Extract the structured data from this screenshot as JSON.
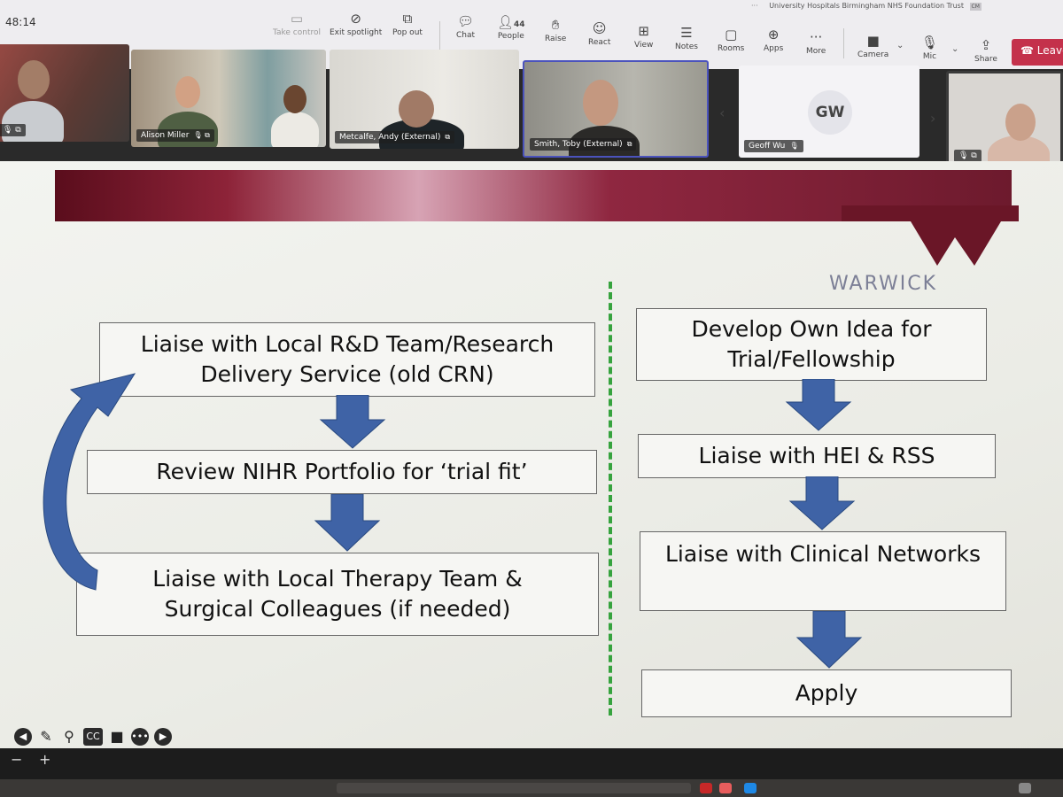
{
  "meeting": {
    "timer": "48:14",
    "org_label": "University Hospitals Birmingham NHS Foundation Trust",
    "org_badge": "CM",
    "more_dots": "···"
  },
  "toolbar": {
    "take_control": "Take control",
    "exit_spotlight": "Exit spotlight",
    "pop_out": "Pop out",
    "chat": "Chat",
    "people": "People",
    "people_count": "44",
    "raise": "Raise",
    "react": "React",
    "view": "View",
    "notes": "Notes",
    "rooms": "Rooms",
    "apps": "Apps",
    "more": "More",
    "camera": "Camera",
    "mic": "Mic",
    "share": "Share",
    "leave": "Leave"
  },
  "gallery": {
    "participants": [
      {
        "name": "Alison Miller"
      },
      {
        "name": "Metcalfe, Andy (External)"
      },
      {
        "name": "Smith, Toby (External)"
      },
      {
        "name": "Geoff Wu",
        "initials": "GW"
      }
    ]
  },
  "slide": {
    "logo": "WARWICK",
    "left_flow": [
      {
        "line1": "Liaise with Local R&D Team/Research",
        "line2": "Delivery Service (old CRN)"
      },
      {
        "line1": "Review NIHR Portfolio for ‘trial fit’",
        "line2": ""
      },
      {
        "line1": "Liaise with Local Therapy Team &",
        "line2": "Surgical Colleagues (if needed)"
      }
    ],
    "right_flow": [
      {
        "line1": "Develop Own Idea for",
        "line2": "Trial/Fellowship"
      },
      {
        "line1": "Liaise with HEI & RSS",
        "line2": ""
      },
      {
        "line1": "Liaise with Clinical Networks",
        "line2": ""
      },
      {
        "line1": "Apply",
        "line2": ""
      }
    ]
  },
  "slide_controls": {
    "cc": "CC",
    "zoom_out": "−",
    "zoom_in": "+"
  },
  "colors": {
    "arrow_blue": "#3f63a6",
    "divider_green": "#36a33e",
    "leave_red": "#c4314b"
  }
}
